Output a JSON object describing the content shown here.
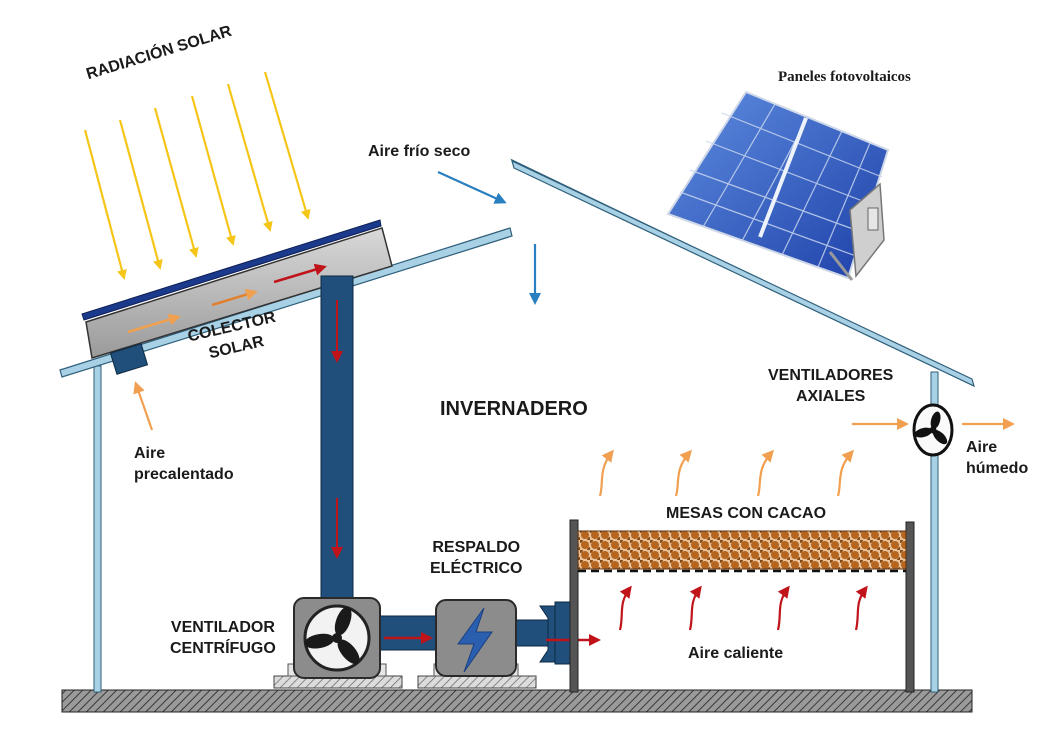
{
  "labels": {
    "solar_radiation": "RADIACIÓN SOLAR",
    "pv_panels": "Paneles fotovoltaicos",
    "cold_dry_air": "Aire frío seco",
    "collector_line1": "COLECTOR",
    "collector_line2": "SOLAR",
    "preheated_line1": "Aire",
    "preheated_line2": "precalentado",
    "greenhouse": "INVERNADERO",
    "axial_fans_line1": "VENTILADORES",
    "axial_fans_line2": "AXIALES",
    "humid_air_line1": "Aire",
    "humid_air_line2": "húmedo",
    "cacao_tables": "MESAS CON CACAO",
    "electric_backup_line1": "RESPALDO",
    "electric_backup_line2": "ELÉCTRICO",
    "centrifugal_fan_line1": "VENTILADOR",
    "centrifugal_fan_line2": "CENTRÍFUGO",
    "hot_air": "Aire caliente"
  },
  "icons": {
    "centrifugal_fan": "fan-icon",
    "electric_heater": "lightning-bolt-icon",
    "axial_fan": "fan-icon",
    "pv_panel": "solar-panel-icon"
  },
  "colors": {
    "sun_rays": "#f5c518",
    "roof": "#a9d1e6",
    "roof_stroke": "#2f5f7a",
    "duct": "#1f4f7a",
    "warm_air": "#f0a050",
    "hot_air": "#c0141a",
    "cold_air": "#2a7fc0",
    "collector_glass": "#1c3a8c",
    "cacao": "#b5651d",
    "ground": "#4a4a4a"
  }
}
